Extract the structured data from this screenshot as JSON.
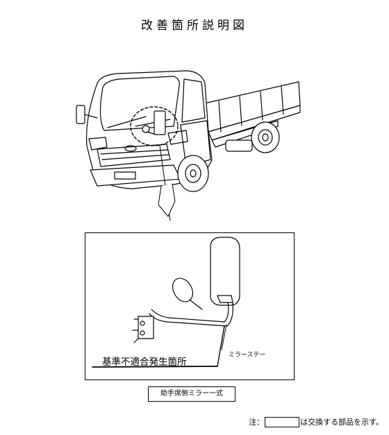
{
  "title": "改善箇所説明図",
  "detail": {
    "defect_label": "基準不適合発生箇所",
    "stay_label": "ミラーステー"
  },
  "caption": "助手席側ミラー一式",
  "note": {
    "prefix": "注：",
    "suffix": "は交換する部品を示す。"
  }
}
